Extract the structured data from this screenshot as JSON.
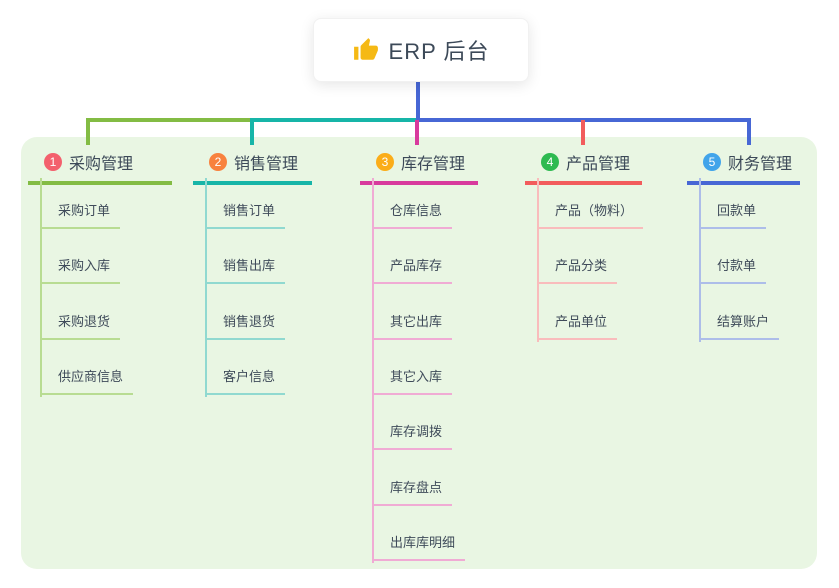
{
  "root": {
    "title": "ERP 后台",
    "icon": "thumbs-up-icon",
    "icon_color": "#f5b915",
    "connector_color": "#4767d5"
  },
  "panel_color": "#e9f6e3",
  "branches": [
    {
      "badge": "1",
      "badge_color": "#f3606d",
      "title": "采购管理",
      "color": "#83bc44",
      "light_color": "#b8dc92",
      "children": [
        "采购订单",
        "采购入库",
        "采购退货",
        "供应商信息"
      ]
    },
    {
      "badge": "2",
      "badge_color": "#f8823e",
      "title": "销售管理",
      "color": "#17b5a8",
      "light_color": "#90d9d0",
      "children": [
        "销售订单",
        "销售出库",
        "销售退货",
        "客户信息"
      ]
    },
    {
      "badge": "3",
      "badge_color": "#fbad19",
      "title": "库存管理",
      "color": "#d83a9d",
      "light_color": "#f0abd4",
      "children": [
        "仓库信息",
        "产品库存",
        "其它出库",
        "其它入库",
        "库存调拨",
        "库存盘点",
        "出库库明细"
      ]
    },
    {
      "badge": "4",
      "badge_color": "#2eba51",
      "title": "产品管理",
      "color": "#f25c5c",
      "light_color": "#f9bcbc",
      "children": [
        "产品（物料）",
        "产品分类",
        "产品单位"
      ]
    },
    {
      "badge": "5",
      "badge_color": "#41a4ea",
      "title": "财务管理",
      "color": "#4767d5",
      "light_color": "#adbde9",
      "children": [
        "回款单",
        "付款单",
        "结算账户"
      ]
    }
  ]
}
